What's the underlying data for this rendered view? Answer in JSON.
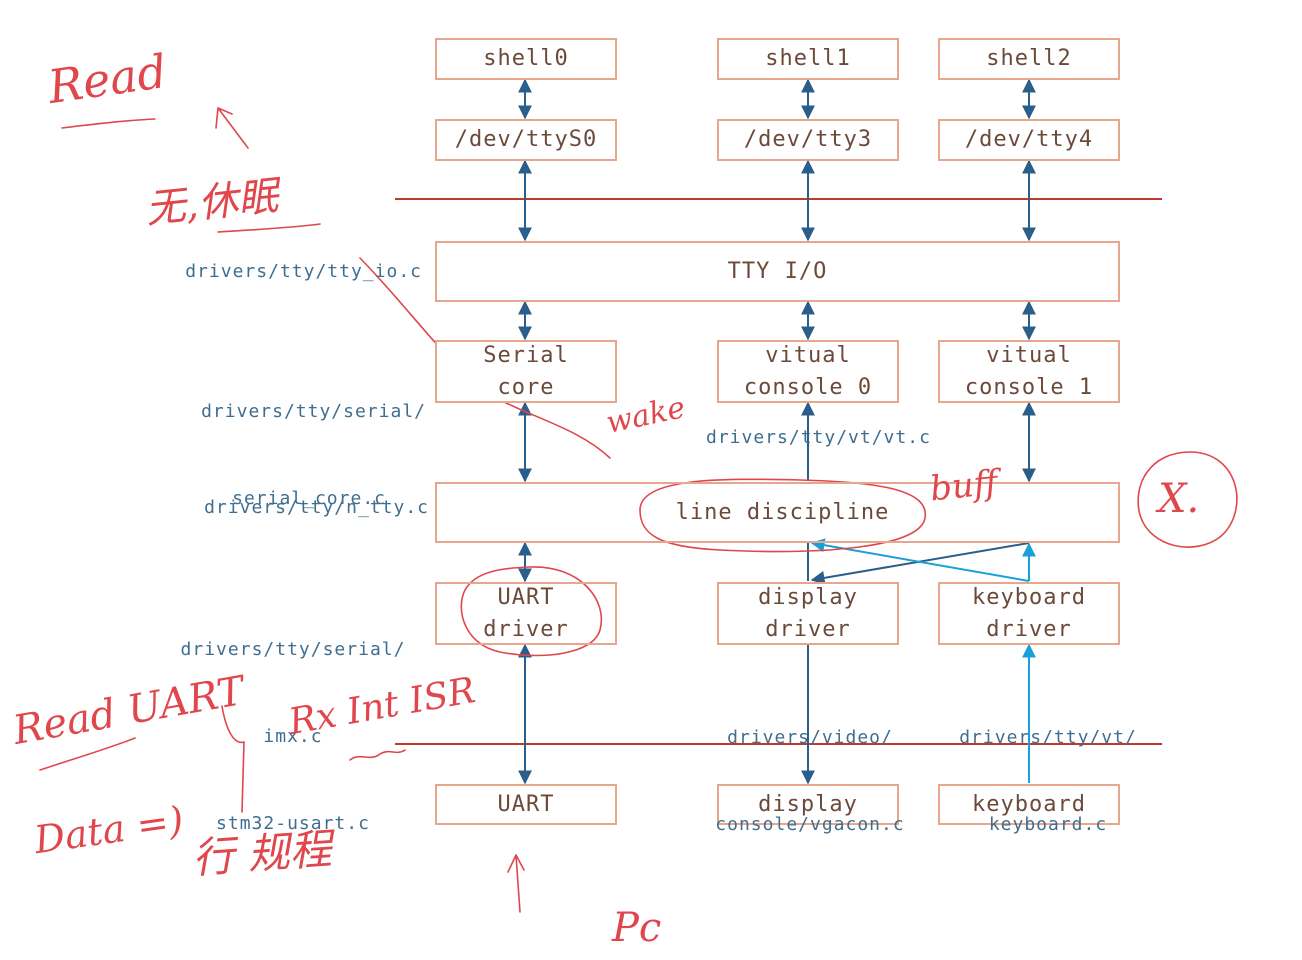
{
  "colors": {
    "box_border": "#e8a68c",
    "box_text": "#6b4a3a",
    "arrow": "#2a5f8c",
    "arrow_light": "#1aa0d8",
    "separator": "#c0392b",
    "path_text": "#3f6e8f",
    "annotation": "#e0474c"
  },
  "boxes": {
    "shell0": "shell0",
    "shell1": "shell1",
    "shell2": "shell2",
    "dev_ttyS0": "/dev/ttyS0",
    "dev_tty3": "/dev/tty3",
    "dev_tty4": "/dev/tty4",
    "tty_io": "TTY I/O",
    "serial_core_1": "Serial",
    "serial_core_2": "core",
    "vc0_1": "vitual",
    "vc0_2": "console 0",
    "vc1_1": "vitual",
    "vc1_2": "console 1",
    "line_discipline": "line discipline",
    "uart_driver_1": "UART",
    "uart_driver_2": "driver",
    "display_driver_1": "display",
    "display_driver_2": "driver",
    "keyboard_driver_1": "keyboard",
    "keyboard_driver_2": "driver",
    "uart": "UART",
    "display": "display",
    "keyboard": "keyboard"
  },
  "paths": {
    "tty_io": "drivers/tty/tty_io.c",
    "serial_core_1": "drivers/tty/serial/",
    "serial_core_2": "serial_core.c",
    "vt": "drivers/tty/vt/vt.c",
    "n_tty": "drivers/tty/n_tty.c",
    "imx_1": "drivers/tty/serial/",
    "imx_2": "imx.c",
    "imx_3": "stm32-usart.c",
    "vgacon_1": "drivers/video/",
    "vgacon_2": "console/vgacon.c",
    "keyboard_1": "drivers/tty/vt/",
    "keyboard_2": "keyboard.c"
  },
  "annotations": {
    "read": "Read",
    "sleep": "无,休眠",
    "wake": "wake",
    "buff": "buff",
    "x_mark": "X.",
    "read_uart": "Read UART",
    "rx_int_isr": "Rx Int ISR",
    "data": "Data =)",
    "exec_process": "行 规程",
    "pc": "Pc"
  }
}
